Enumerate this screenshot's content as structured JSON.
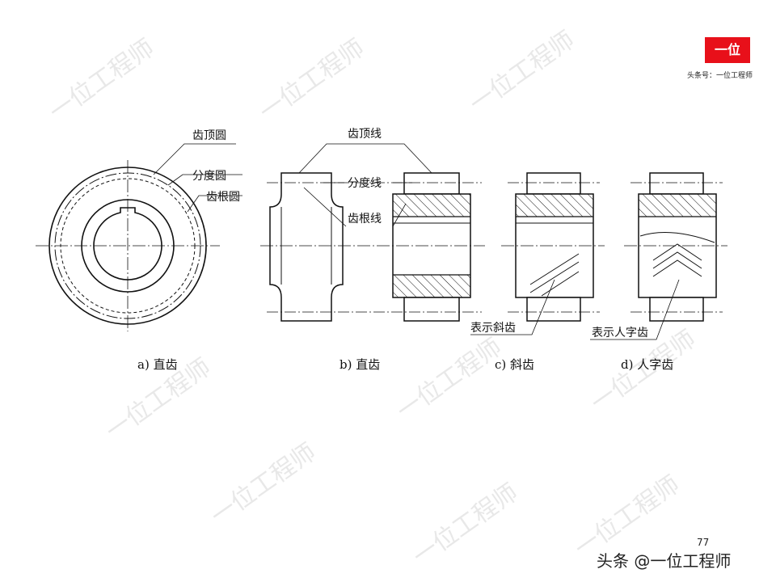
{
  "brand": {
    "logo_text": "一位",
    "logo_sub": "头条号：一位工程师",
    "accent": "#e8101a"
  },
  "watermark": "一位工程师",
  "labels": {
    "tip_circle": "齿顶圆",
    "pitch_circle": "分度圆",
    "root_circle": "齿根圆",
    "tip_line": "齿顶线",
    "pitch_line": "分度线",
    "root_line": "齿根线",
    "helical_note": "表示斜齿",
    "herringbone_note": "表示人字齿"
  },
  "captions": {
    "a": "a)  直齿",
    "b": "b)  直齿",
    "c": "c)  斜齿",
    "d": "d)  人字齿"
  },
  "page_number": "77",
  "footer": "头条 @一位工程师"
}
